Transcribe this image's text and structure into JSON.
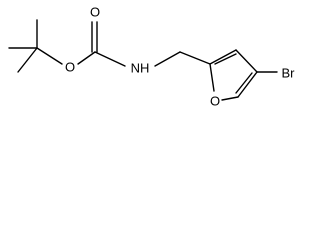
{
  "molecule": {
    "atoms": {
      "carbonyl_oxygen": "O",
      "ester_oxygen": "O",
      "amine": "NH",
      "furan_oxygen": "O",
      "bromine": "Br"
    }
  }
}
